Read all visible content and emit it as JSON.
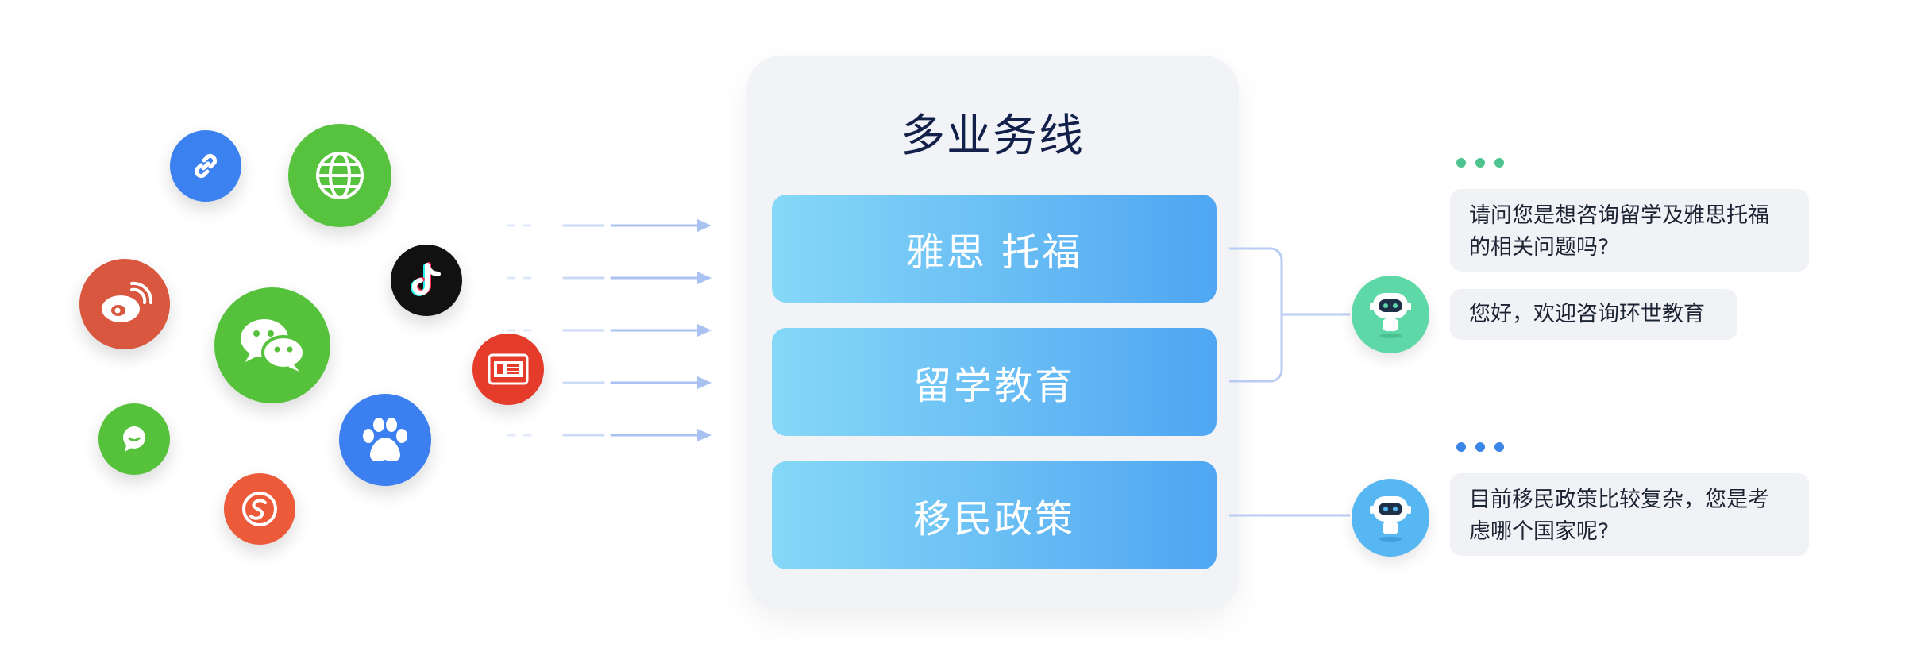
{
  "panel": {
    "title": "多业务线",
    "items": [
      {
        "label": "雅思 托福"
      },
      {
        "label": "留学教育"
      },
      {
        "label": "移民政策"
      }
    ]
  },
  "channels": [
    {
      "name": "link-icon",
      "color": "#3b82f0"
    },
    {
      "name": "globe-icon",
      "color": "#57c23d"
    },
    {
      "name": "weibo-icon",
      "color": "#d9563f"
    },
    {
      "name": "tiktok-icon",
      "color": "#111111"
    },
    {
      "name": "wechat-icon",
      "color": "#56c13b"
    },
    {
      "name": "toutiao-icon",
      "color": "#e43b2a"
    },
    {
      "name": "chat-bubble-icon",
      "color": "#56c13b"
    },
    {
      "name": "baidu-icon",
      "color": "#3b7ff0"
    },
    {
      "name": "sogou-icon",
      "color": "#ec5a3a"
    }
  ],
  "chat": {
    "group1": {
      "bot_color": "#5fd8a7",
      "dots_color": "#4fc38d",
      "messages": [
        "请问您是想咨询留学及雅思托福的相关问题吗?",
        "您好，欢迎咨询环世教育"
      ],
      "message_lines": [
        [
          "请问您是想咨询留学及雅思托福",
          "的相关问题吗?"
        ]
      ]
    },
    "group2": {
      "bot_color": "#57b7f3",
      "dots_color": "#3a86e8",
      "messages": [
        "目前移民政策比较复杂，您是考虑哪个国家呢?"
      ],
      "message_lines": [
        [
          "目前移民政策比较复杂，您是考",
          "虑哪个国家呢?"
        ]
      ]
    }
  },
  "colors": {
    "connector": "#b9cdf4",
    "arrow": "#a9c2f1"
  }
}
